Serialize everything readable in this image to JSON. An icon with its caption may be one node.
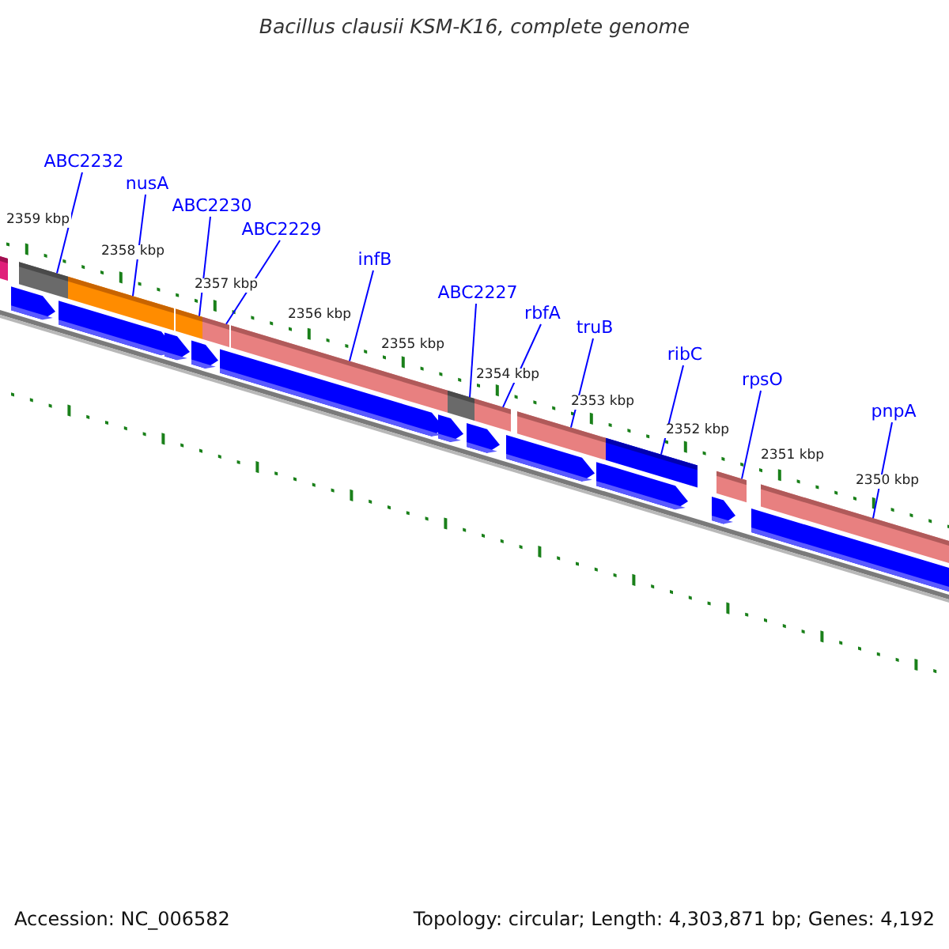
{
  "diagram": {
    "title": "Bacillus clausii KSM-K16, complete genome",
    "nodes": [
      {
        "text": [
          "ABC2232"
        ]
      },
      {
        "text": [
          "nusA"
        ]
      },
      {
        "text": [
          "ABC2230"
        ]
      },
      {
        "text": [
          "ABC2229"
        ]
      },
      {
        "text": [
          "infB"
        ]
      },
      {
        "text": [
          "ABC2227"
        ]
      },
      {
        "text": [
          "rbfA"
        ]
      },
      {
        "text": [
          "truB"
        ]
      },
      {
        "text": [
          "ribC"
        ]
      },
      {
        "text": [
          "rpsO"
        ]
      },
      {
        "text": [
          "pnpA"
        ]
      },
      {
        "text": [],
        "shape": "bar"
      },
      {
        "text": [],
        "shape": "bar"
      },
      {
        "text": [],
        "shape": "bar"
      },
      {
        "text": [],
        "shape": "bar"
      },
      {
        "text": [],
        "shape": "bar"
      },
      {
        "text": [],
        "shape": "bar"
      },
      {
        "text": [],
        "shape": "bar"
      },
      {
        "text": [],
        "shape": "bar"
      },
      {
        "text": [],
        "shape": "bar"
      },
      {
        "text": [],
        "shape": "bar"
      },
      {
        "text": [],
        "shape": "bar"
      }
    ],
    "edges": [
      {
        "from": 0,
        "to": 11,
        "arrow": "none"
      },
      {
        "from": 1,
        "to": 12,
        "arrow": "none"
      },
      {
        "from": 2,
        "to": 13,
        "arrow": "none"
      },
      {
        "from": 3,
        "to": 14,
        "arrow": "none"
      },
      {
        "from": 4,
        "to": 15,
        "arrow": "none"
      },
      {
        "from": 5,
        "to": 16,
        "arrow": "none"
      },
      {
        "from": 6,
        "to": 17,
        "arrow": "none"
      },
      {
        "from": 7,
        "to": 18,
        "arrow": "none"
      },
      {
        "from": 8,
        "to": 19,
        "arrow": "none"
      },
      {
        "from": 9,
        "to": 20,
        "arrow": "none"
      },
      {
        "from": 10,
        "to": 21,
        "arrow": "none"
      }
    ],
    "labels": [
      "2359 kbp",
      "2358 kbp",
      "2357 kbp",
      "2356 kbp",
      "2355 kbp",
      "2354 kbp",
      "2353 kbp",
      "2352 kbp",
      "2351 kbp",
      "2350 kbp",
      "Accession: NC_006582",
      "Topology: circular; Length: 4,303,871 bp; Genes: 4,192"
    ]
  }
}
